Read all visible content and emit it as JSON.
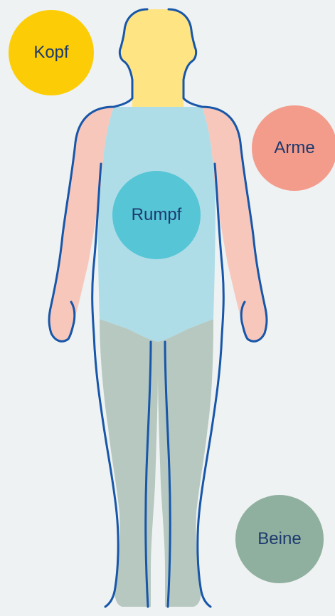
{
  "colors": {
    "background": "#eef2f2",
    "outline": "#1756a9",
    "label_text": "#1d3a6e",
    "head": "#ffe484",
    "arms": "#f7c7bc",
    "torso": "#aedde8",
    "legs": "#b6c8bf"
  },
  "regions": [
    {
      "key": "kopf",
      "label": "Kopf",
      "color": "#fccd06"
    },
    {
      "key": "arme",
      "label": "Arme",
      "color": "#f49c8b"
    },
    {
      "key": "rumpf",
      "label": "Rumpf",
      "color": "#56c5d6"
    },
    {
      "key": "beine",
      "label": "Beine",
      "color": "#8faf9f"
    }
  ]
}
